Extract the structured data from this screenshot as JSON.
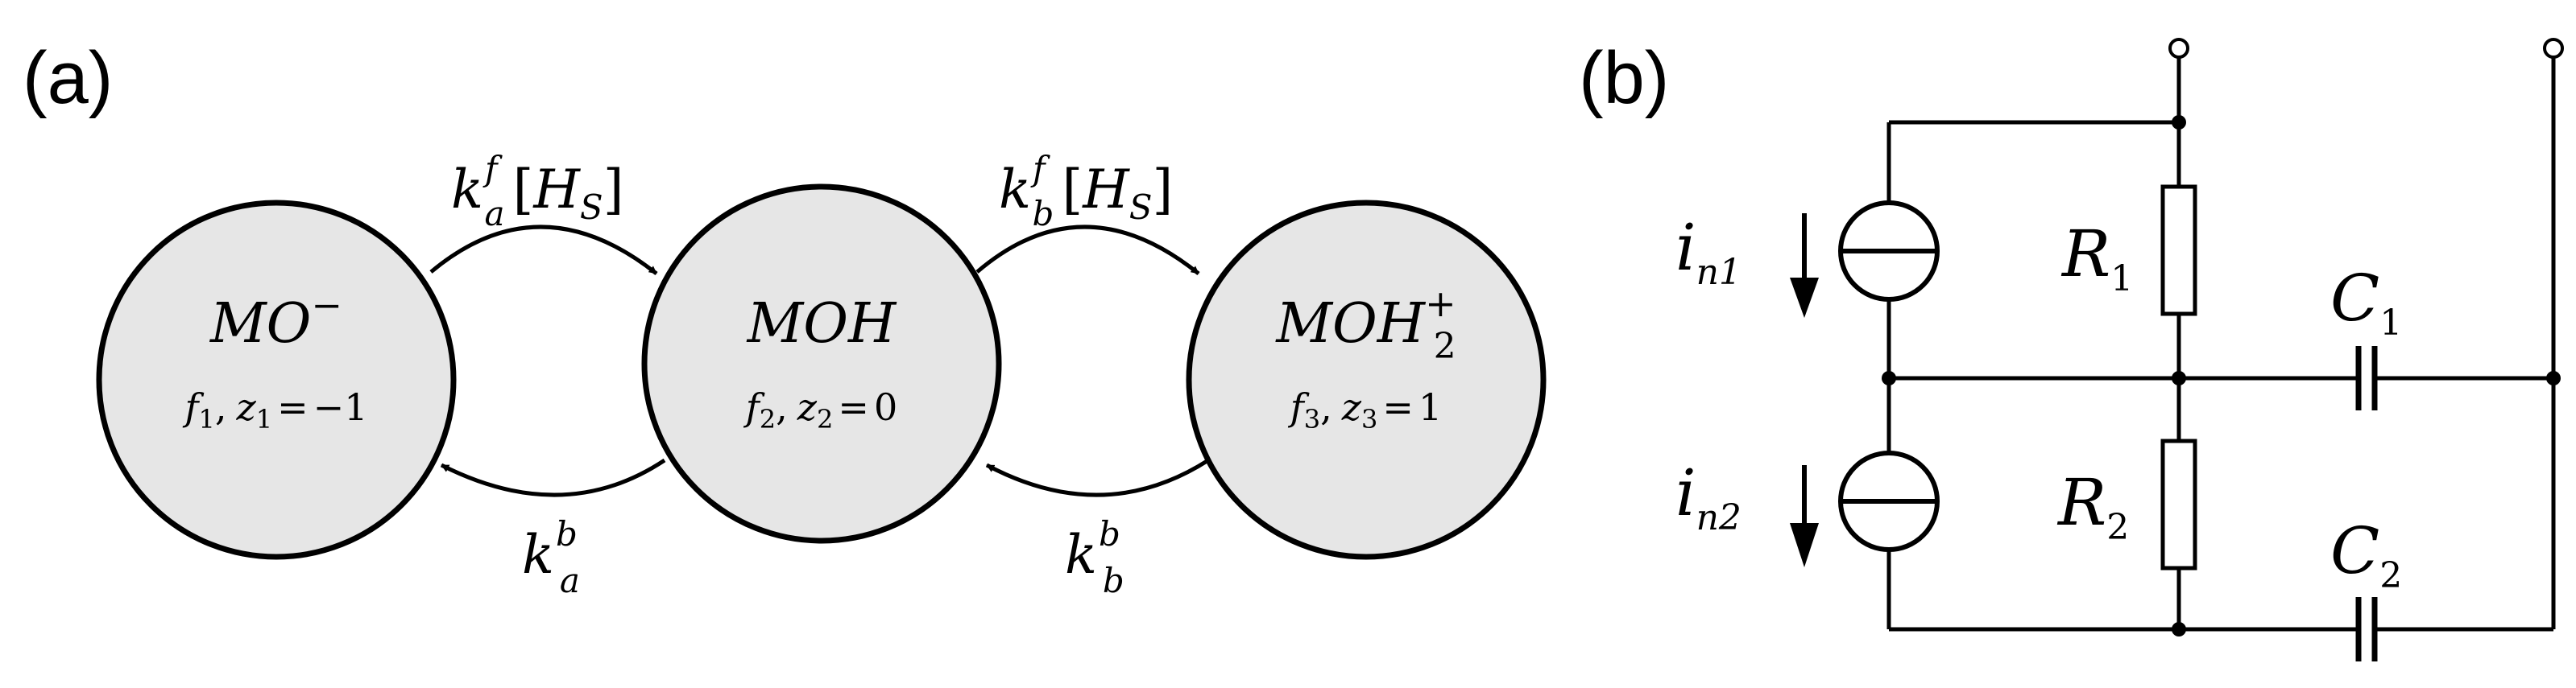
{
  "panel_a": {
    "label": "(a)",
    "states": [
      {
        "name": "MO",
        "charge": "−",
        "f": "f",
        "f_index": "1",
        "z": "z",
        "z_index": "1",
        "z_value": "−1"
      },
      {
        "name": "MOH",
        "charge": "",
        "f": "f",
        "f_index": "2",
        "z": "z",
        "z_index": "2",
        "z_value": "0"
      },
      {
        "name": "MOH",
        "name_sub": "2",
        "charge": "+",
        "f": "f",
        "f_index": "3",
        "z": "z",
        "z_index": "3",
        "z_value": "1"
      }
    ],
    "rates": [
      {
        "symbol": "k",
        "sub": "a",
        "sup": "f",
        "bracket_open": "[",
        "species": "H",
        "species_sub": "S",
        "bracket_close": "]"
      },
      {
        "symbol": "k",
        "sub": "b",
        "sup": "f",
        "bracket_open": "[",
        "species": "H",
        "species_sub": "S",
        "bracket_close": "]"
      },
      {
        "symbol": "k",
        "sub": "a",
        "sup": "b"
      },
      {
        "symbol": "k",
        "sub": "b",
        "sup": "b"
      }
    ],
    "comma": ",",
    "equals": "="
  },
  "panel_b": {
    "label": "(b)",
    "sources": [
      {
        "symbol": "i",
        "sub": "n1"
      },
      {
        "symbol": "i",
        "sub": "n2"
      }
    ],
    "resistors": [
      {
        "symbol": "R",
        "sub": "1"
      },
      {
        "symbol": "R",
        "sub": "2"
      }
    ],
    "capacitors": [
      {
        "symbol": "C",
        "sub": "1"
      },
      {
        "symbol": "C",
        "sub": "2"
      }
    ]
  }
}
